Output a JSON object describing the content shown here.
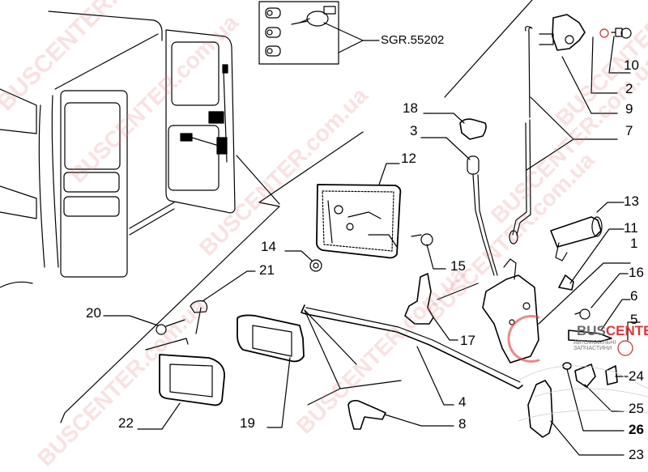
{
  "diagram": {
    "title": "Rear door lock parts diagram",
    "kit_box": {
      "reference": "SGR.55202",
      "contents": [
        "lock-cylinder",
        "lock-cylinder",
        "lock-cylinder",
        "key"
      ]
    },
    "callouts": [
      {
        "id": "sgr",
        "text": "SGR.55202",
        "part": "lock cylinder and key kit"
      },
      {
        "id": "p10",
        "text": "10",
        "part": "bolt"
      },
      {
        "id": "p2",
        "text": "2",
        "part": "washer"
      },
      {
        "id": "p9",
        "text": "9",
        "part": "upper latch"
      },
      {
        "id": "p7",
        "text": "7",
        "part": "vertical rod"
      },
      {
        "id": "p18",
        "text": "18",
        "part": "rod grommet"
      },
      {
        "id": "p3",
        "text": "3",
        "part": "rod with clip"
      },
      {
        "id": "p12",
        "text": "12",
        "part": "inner handle mechanism"
      },
      {
        "id": "p13",
        "text": "13",
        "part": "lock cylinder"
      },
      {
        "id": "p11",
        "text": "11",
        "part": "clip"
      },
      {
        "id": "p1",
        "text": "1",
        "part": "door lock"
      },
      {
        "id": "p16",
        "text": "16",
        "part": "screw"
      },
      {
        "id": "p6",
        "text": "6",
        "part": "striker pin"
      },
      {
        "id": "p5",
        "text": "5",
        "part": "washer"
      },
      {
        "id": "p14",
        "text": "14",
        "part": "nut"
      },
      {
        "id": "p15",
        "text": "15",
        "part": "screw"
      },
      {
        "id": "p21",
        "text": "21",
        "part": "clip nut"
      },
      {
        "id": "p20",
        "text": "20",
        "part": "screw"
      },
      {
        "id": "p17",
        "text": "17",
        "part": "rod guide"
      },
      {
        "id": "p4",
        "text": "4",
        "part": "horizontal rod"
      },
      {
        "id": "p8",
        "text": "8",
        "part": "rod clip"
      },
      {
        "id": "p19",
        "text": "19",
        "part": "handle bezel"
      },
      {
        "id": "p22",
        "text": "22",
        "part": "handle cover"
      },
      {
        "id": "p24",
        "text": "24",
        "part": "bracket"
      },
      {
        "id": "p25",
        "text": "25",
        "part": "striker plate"
      },
      {
        "id": "p26",
        "text": "26",
        "part": "clip"
      },
      {
        "id": "p23",
        "text": "23",
        "part": "lower latch"
      }
    ]
  },
  "watermark": {
    "text": "BUSCENTER.com.ua",
    "logo_brand_a": "BUS",
    "logo_brand_b": "CENTER",
    "logo_subtitle": "АВТОМОБІЛЬНІ ЗАПЧАСТИНИ",
    "color": "#e0383b"
  }
}
